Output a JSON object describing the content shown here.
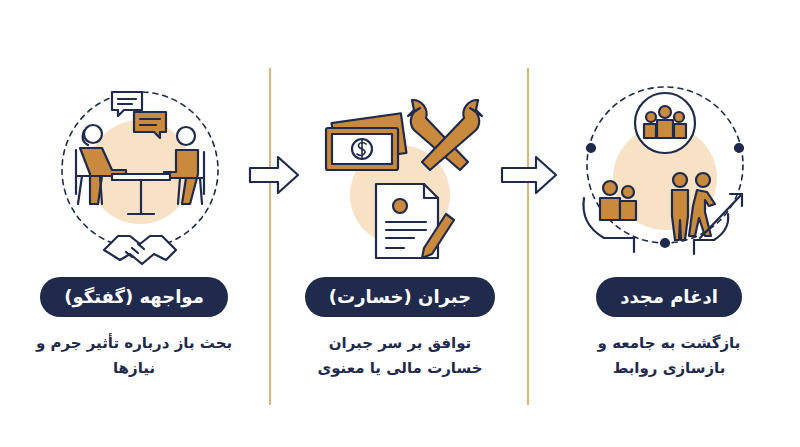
{
  "diagram": {
    "nodes": [
      {
        "text": [
          "مواجهه (گفتگو)",
          "بحث باز درباره تأثیر جرم و نیازها"
        ]
      },
      {
        "text": [
          "جبران (خسارت)",
          "توافق بر سر جبران خسارت مالی یا معنوی"
        ]
      },
      {
        "text": [
          "ادغام مجدد",
          "بازگشت به جامعه و بازسازی روابط"
        ]
      }
    ],
    "edges": [
      {
        "from": 0,
        "to": 1,
        "arrow": "to"
      },
      {
        "from": 1,
        "to": 2,
        "arrow": "to"
      }
    ]
  }
}
